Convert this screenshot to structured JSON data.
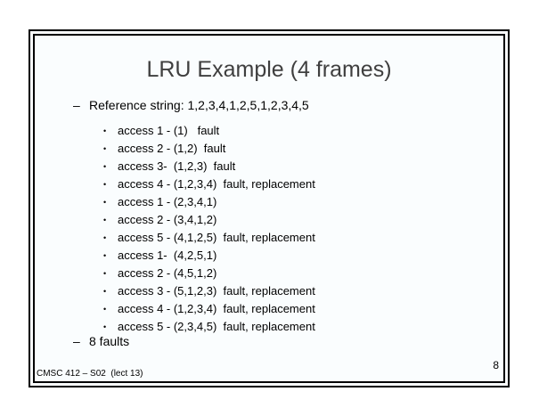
{
  "slide": {
    "title": "LRU Example (4 frames)",
    "reference": {
      "marker": "–",
      "text": "Reference string: 1,2,3,4,1,2,5,1,2,3,4,5"
    },
    "step_marker": "•",
    "steps": [
      "access 1 - (1)   fault",
      "access 2 - (1,2)  fault",
      "access 3-  (1,2,3)  fault",
      "access 4 - (1,2,3,4)  fault, replacement",
      "access 1 - (2,3,4,1)",
      "access 2 - (3,4,1,2)",
      "access 5 - (4,1,2,5)  fault, replacement",
      "access 1-  (4,2,5,1)",
      "access 2 - (4,5,1,2)",
      "access 3 - (5,1,2,3)  fault, replacement",
      "access 4 - (1,2,3,4)  fault, replacement",
      "access 5 - (2,3,4,5)  fault, replacement"
    ],
    "summary": {
      "marker": "–",
      "text": "8 faults"
    },
    "footer": {
      "left": "CMSC 412 – S02  (lect 13)",
      "page_number": "8"
    }
  },
  "colors": {
    "page_bg": "#ffffff",
    "slide_bg": "#fafdfe",
    "border": "#000000",
    "title_text": "#3f3f3f",
    "body_text": "#000000"
  }
}
